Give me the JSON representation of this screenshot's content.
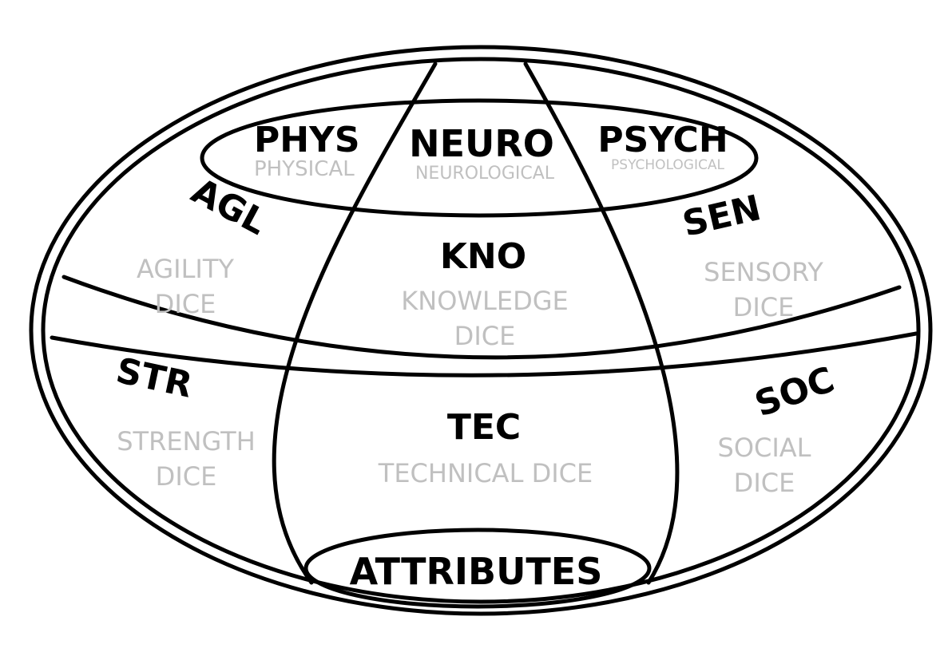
{
  "colors": {
    "outline": "#000000",
    "code_text": "#000000",
    "subtitle_text": "#c0c0c0",
    "background": "#ffffff"
  },
  "diagram": {
    "top_group": {
      "phys": {
        "code": "PHYS",
        "name": "PHYSICAL"
      },
      "neuro": {
        "code": "NEURO",
        "name": "NEUROLOGICAL"
      },
      "psych": {
        "code": "PSYCH",
        "name": "PSYCHOLOGICAL"
      }
    },
    "cells": {
      "agl": {
        "code": "AGL",
        "line1": "AGILITY",
        "line2": "DICE"
      },
      "kno": {
        "code": "KNO",
        "line1": "KNOWLEDGE",
        "line2": "DICE"
      },
      "sen": {
        "code": "SEN",
        "line1": "SENSORY",
        "line2": "DICE"
      },
      "str": {
        "code": "STR",
        "line1": "STRENGTH",
        "line2": "DICE"
      },
      "tec": {
        "code": "TEC",
        "line1": "TECHNICAL DICE"
      },
      "soc": {
        "code": "SOC",
        "line1": "SOCIAL",
        "line2": "DICE"
      }
    },
    "bottom": {
      "code": "ATTRIBUTES"
    }
  }
}
